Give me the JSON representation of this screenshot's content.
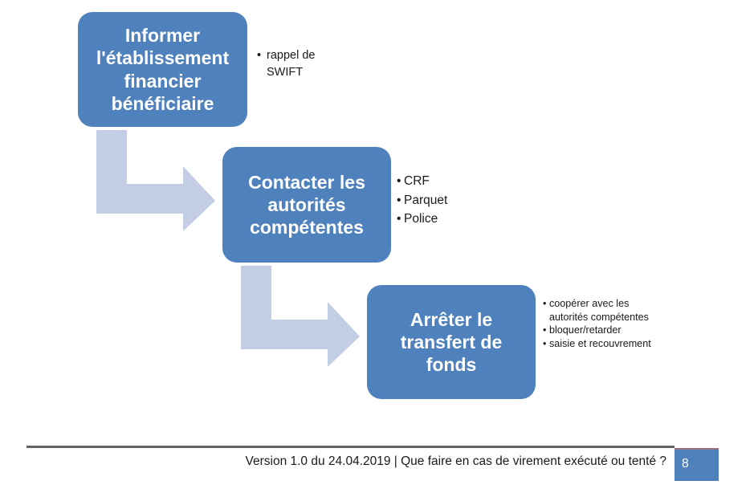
{
  "slide": {
    "boxes": [
      {
        "id": "box-1",
        "label": "Informer\nl'établissement\nfinancier\nbénéficiaire"
      },
      {
        "id": "box-2",
        "label": "Contacter les\nautorités\ncompétentes"
      },
      {
        "id": "box-3",
        "label": "Arrêter le\ntransfert de fonds"
      }
    ],
    "bullet_groups": [
      {
        "id": "bullets-1",
        "bullet_glyph": "•",
        "items": [
          "rappel de SWIFT"
        ]
      },
      {
        "id": "bullets-2",
        "bullet_glyph": "•",
        "items": [
          "CRF",
          "Parquet",
          "Police"
        ]
      },
      {
        "id": "bullets-3",
        "bullet_glyph": "•",
        "items": [
          "coopérer avec les autorités compétentes",
          "bloquer/retarder",
          "saisie et recouvrement"
        ]
      }
    ],
    "arrows": [
      {
        "id": "arrow-1",
        "name": "bent-arrow-down-right"
      },
      {
        "id": "arrow-2",
        "name": "bent-arrow-down-right"
      }
    ]
  },
  "footer": {
    "text": "Version 1.0 du 24.04.2019 | Que faire en cas de virement exécuté ou tenté ?",
    "page_number": "8"
  },
  "colors": {
    "box_blue": "#4F81BD",
    "arrow_blue": "#C3CDE3",
    "rule_gray": "#636363",
    "text_dark": "#1a1a1a",
    "text_white": "#ffffff"
  }
}
